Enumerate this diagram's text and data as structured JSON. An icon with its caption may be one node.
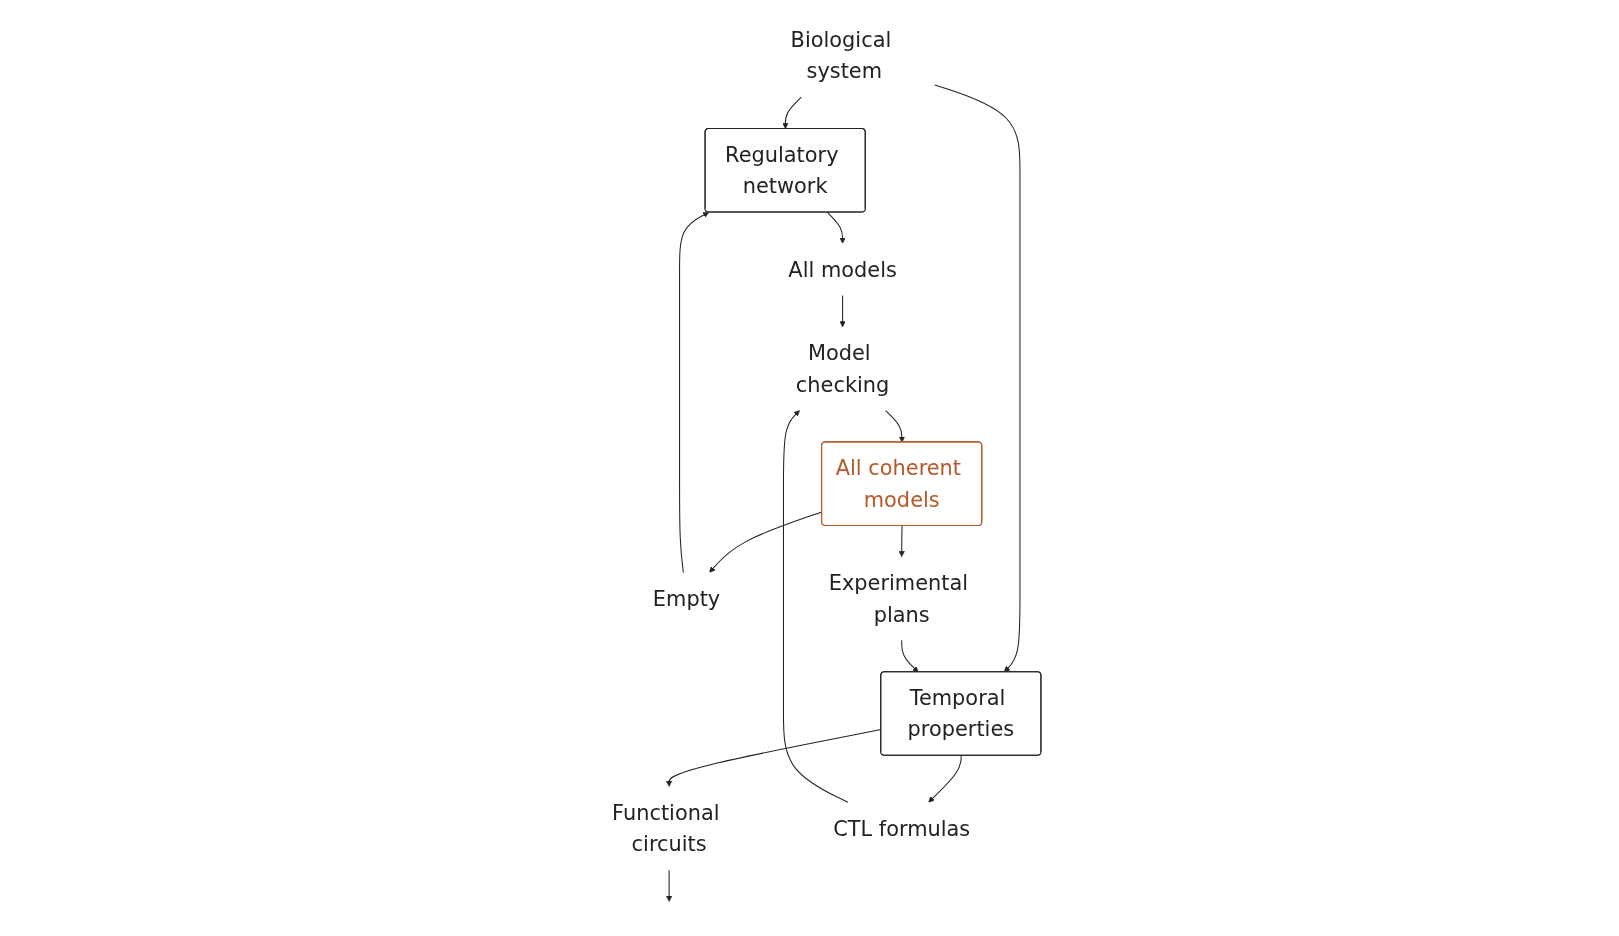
{
  "diagram": {
    "nodes": [
      {
        "text": [
          "Biological system"
        ]
      },
      {
        "text": [
          "Regulatory network"
        ]
      },
      {
        "text": [
          "Temporal properties"
        ]
      },
      {
        "text": [
          "Functional circuits"
        ]
      },
      {
        "text": [
          "All models"
        ]
      },
      {
        "text": [
          "CTL formulas"
        ]
      },
      {
        "text": [
          "Model checking"
        ]
      },
      {
        "text": [
          "All coherent models"
        ]
      },
      {
        "text": [
          "Empty"
        ]
      },
      {
        "text": [
          "Experimental plans"
        ]
      }
    ],
    "edges": [
      {
        "from": 0,
        "to": 1,
        "arrow": "to"
      },
      {
        "from": 0,
        "to": 2,
        "arrow": "to"
      },
      {
        "from": 2,
        "to": 3,
        "arrow": "to"
      },
      {
        "from": 1,
        "to": 4,
        "arrow": "to"
      },
      {
        "from": 3,
        "to": null,
        "arrow": "to"
      },
      {
        "from": 2,
        "to": 5,
        "arrow": "to"
      },
      {
        "from": 4,
        "to": 6,
        "arrow": "to"
      },
      {
        "from": 5,
        "to": 6,
        "arrow": "to"
      },
      {
        "from": 6,
        "to": 7,
        "arrow": "to"
      },
      {
        "from": 7,
        "to": 8,
        "arrow": "to"
      },
      {
        "from": 7,
        "to": 9,
        "arrow": "to"
      },
      {
        "from": 8,
        "to": 1,
        "arrow": "to"
      },
      {
        "from": 9,
        "to": 2,
        "arrow": "to"
      }
    ]
  }
}
